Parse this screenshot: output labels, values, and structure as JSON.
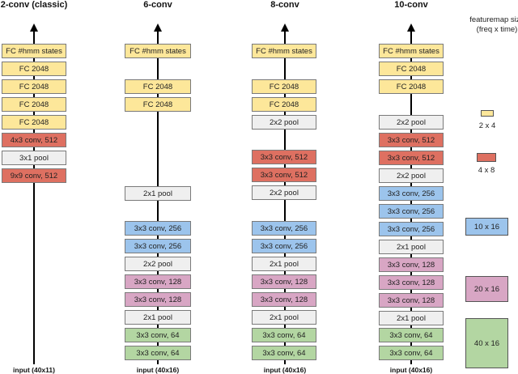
{
  "columns": [
    {
      "title": "2-conv (classic)",
      "input": "input (40x11)",
      "layers": [
        "FC #hmm states",
        "FC 2048",
        "FC 2048",
        "FC 2048",
        "FC 2048",
        "4x3 conv, 512",
        "3x1 pool",
        "9x9 conv, 512"
      ]
    },
    {
      "title": "6-conv",
      "input": "input (40x16)",
      "layers": [
        "FC #hmm states",
        "FC 2048",
        "FC 2048",
        "2x1 pool",
        "3x3 conv, 256",
        "3x3 conv, 256",
        "2x2 pool",
        "3x3 conv, 128",
        "3x3 conv, 128",
        "2x1 pool",
        "3x3 conv, 64",
        "3x3 conv, 64"
      ]
    },
    {
      "title": "8-conv",
      "input": "input (40x16)",
      "layers": [
        "FC #hmm states",
        "FC 2048",
        "FC 2048",
        "2x2 pool",
        "3x3 conv, 512",
        "3x3 conv, 512",
        "2x2 pool",
        "3x3 conv, 256",
        "3x3 conv, 256",
        "2x1 pool",
        "3x3 conv, 128",
        "3x3 conv, 128",
        "2x1 pool",
        "3x3 conv, 64",
        "3x3 conv, 64"
      ]
    },
    {
      "title": "10-conv",
      "input": "input (40x16)",
      "layers": [
        "FC #hmm states",
        "FC 2048",
        "FC 2048",
        "2x2 pool",
        "3x3 conv, 512",
        "3x3 conv, 512",
        "2x2 pool",
        "3x3 conv, 256",
        "3x3 conv, 256",
        "3x3 conv, 256",
        "2x1 pool",
        "3x3 conv, 128",
        "3x3 conv, 128",
        "3x3 conv, 128",
        "2x1 pool",
        "3x3 conv, 64",
        "3x3 conv, 64"
      ]
    }
  ],
  "legend": {
    "title_line1": "featuremap size",
    "title_line2": "(freq x time)",
    "items": [
      "2 x 4",
      "4 x 8",
      "10 x 16",
      "20 x 16",
      "40 x 16"
    ]
  },
  "colors": {
    "fc": "#fde79a",
    "pool": "#efefef",
    "conv_512": "#de7061",
    "conv_256": "#9cc4ec",
    "conv_128": "#d8a6c4",
    "conv_64": "#b3d6a2"
  }
}
